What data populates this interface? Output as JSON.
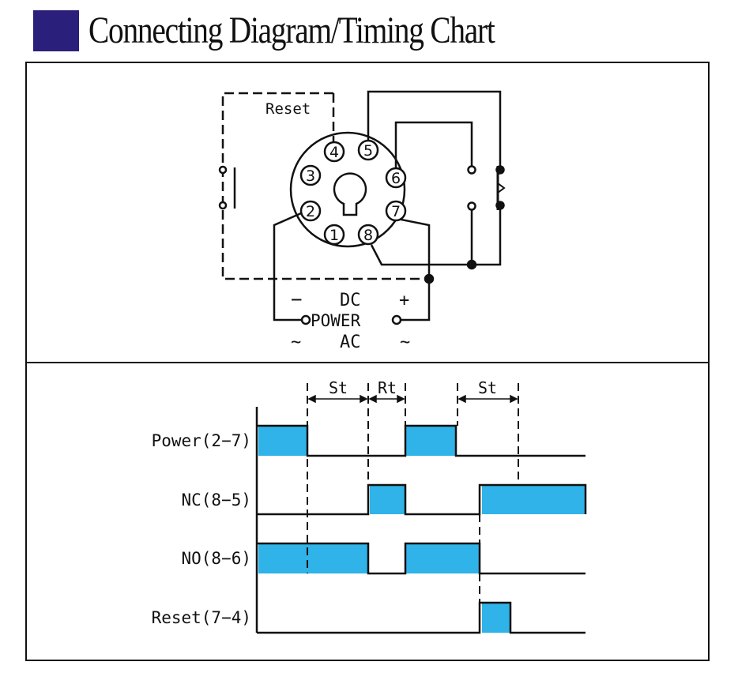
{
  "title": "Connecting Diagram/Timing Chart",
  "colors": {
    "accent_square": "#2a1f7a",
    "pulse_fill": "#2fb3e8",
    "line": "#111111"
  },
  "wiring": {
    "reset_label": "Reset",
    "pins": [
      "1",
      "2",
      "3",
      "4",
      "5",
      "6",
      "7",
      "8"
    ],
    "dc_label": "DC",
    "minus_label": "−",
    "plus_label": "+",
    "power_label": "POWER",
    "ac_label": "AC",
    "tilde_left": "~",
    "tilde_right": "~"
  },
  "timing": {
    "intervals": [
      "St",
      "Rt",
      "St"
    ],
    "signals": [
      {
        "label": "Power(2−7)"
      },
      {
        "label": "NC(8−5)"
      },
      {
        "label": "NO(8−6)"
      },
      {
        "label": "Reset(7−4)"
      }
    ]
  }
}
